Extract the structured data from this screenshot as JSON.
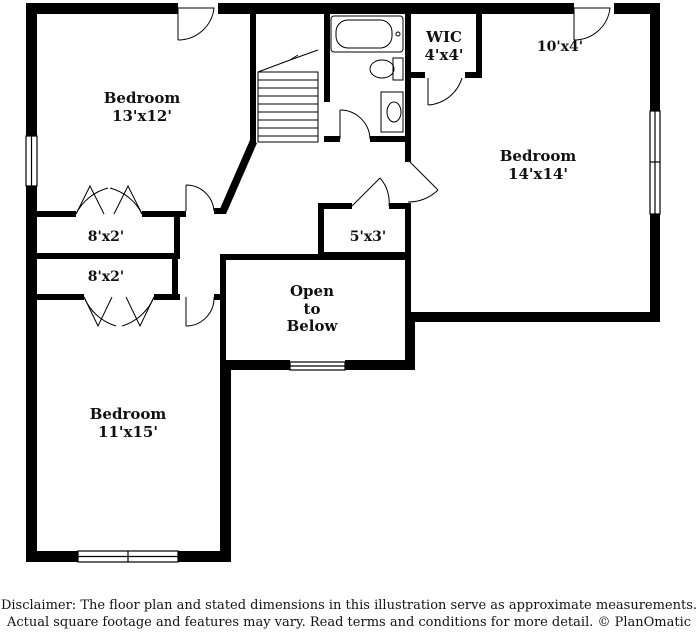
{
  "rooms": {
    "bedroom_nw": {
      "name": "Bedroom",
      "dims": "13'x12'"
    },
    "wic": {
      "name": "WIC",
      "dims": "4'x4'"
    },
    "bath": {
      "dims": "10'x4'"
    },
    "bedroom_ne": {
      "name": "Bedroom",
      "dims": "14'x14'"
    },
    "closet_upper": {
      "dims": "8'x2'"
    },
    "closet_lower": {
      "dims": "8'x2'"
    },
    "linen": {
      "dims": "5'x3'"
    },
    "open": {
      "line1": "Open",
      "line2": "to",
      "line3": "Below"
    },
    "bedroom_sw": {
      "name": "Bedroom",
      "dims": "11'x15'"
    }
  },
  "disclaimer": {
    "line1": "Disclaimer: The floor plan and stated dimensions in this illustration serve as approximate measurements.",
    "line2": "Actual square footage and features may vary. Read terms and conditions for more detail. © PlanOmatic"
  }
}
